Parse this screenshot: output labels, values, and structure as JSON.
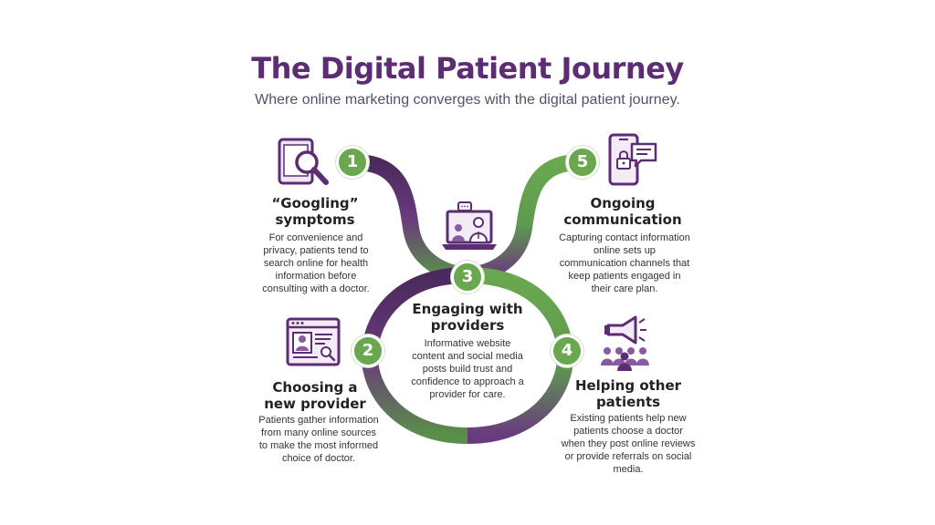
{
  "title": "The Digital Patient Journey",
  "subtitle": "Where online marketing converges with the digital patient journey.",
  "colors": {
    "purple": "#5c2d73",
    "green": "#6aa84f",
    "light_purple": "#8a5aa0"
  },
  "steps": [
    {
      "number": "1",
      "heading_line1": "“Googling”",
      "heading_line2": "symptoms",
      "text": "For convenience and privacy, patients tend to search online for health information before consulting with a doctor.",
      "icon": "tablet-search-icon"
    },
    {
      "number": "2",
      "heading_line1": "Choosing a",
      "heading_line2": "new provider",
      "text": "Patients gather information from many online sources to make the most informed choice of doctor.",
      "icon": "provider-profile-icon"
    },
    {
      "number": "3",
      "heading_line1": "Engaging with",
      "heading_line2": "providers",
      "text": "Informative website content and social media posts build trust and confidence to approach a provider for care.",
      "icon": "video-consult-icon"
    },
    {
      "number": "4",
      "heading_line1": "Helping other",
      "heading_line2": "patients",
      "text": "Existing patients help new patients choose a doctor when they post online reviews or provide referrals on social media.",
      "icon": "megaphone-group-icon"
    },
    {
      "number": "5",
      "heading_line1": "Ongoing",
      "heading_line2": "communication",
      "text": "Capturing contact information online sets up communication channels that keep patients engaged in their care plan.",
      "icon": "phone-message-icon"
    }
  ]
}
